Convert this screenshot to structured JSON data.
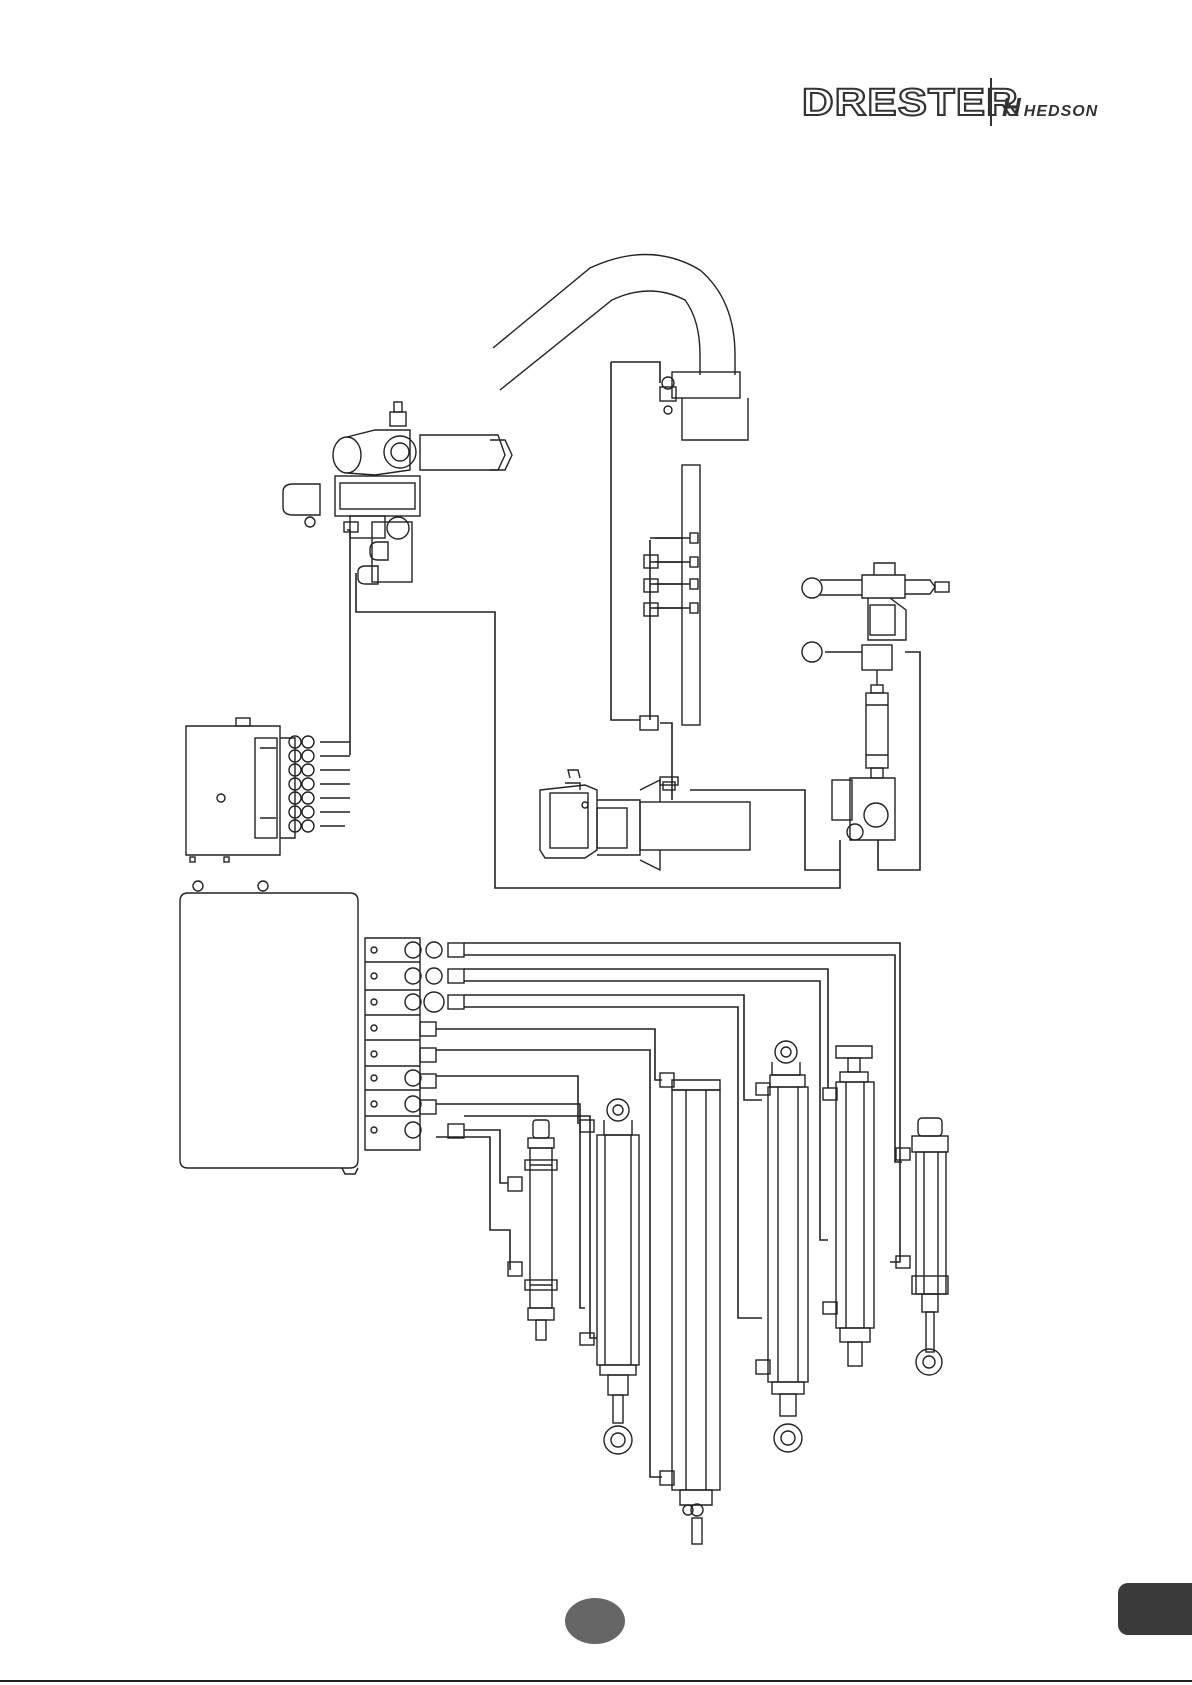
{
  "logo": {
    "brand": "DRESTER",
    "partner_mark": "H",
    "partner": "HEDSON"
  },
  "colors": {
    "line": "#222222",
    "page_badge": "#666666",
    "corner_tab": "#3a3a3a"
  }
}
